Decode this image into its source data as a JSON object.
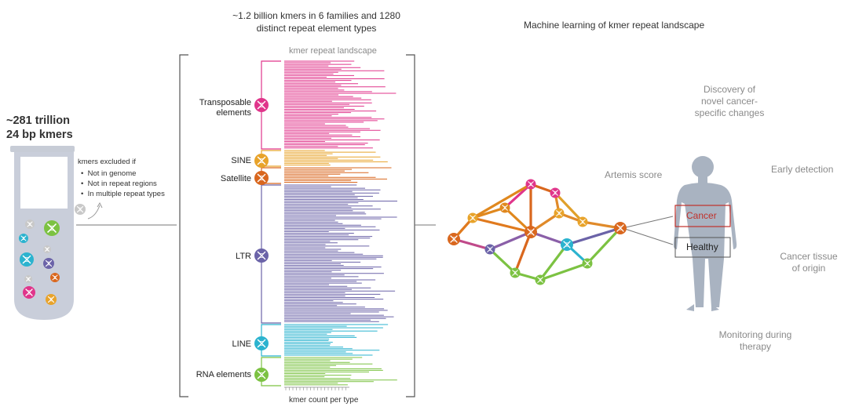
{
  "header": {
    "kmers_summary": "~1.2 billion kmers in 6 families and 1280 distinct repeat element types",
    "ml_title": "Machine learning of kmer repeat landscape"
  },
  "tube": {
    "count_line1": "~281 trillion",
    "count_line2": "24 bp kmers",
    "excluded_title": "kmers excluded if",
    "excluded_items": [
      "Not in genome",
      "Not in repeat regions",
      "In multiple repeat types"
    ]
  },
  "landscape": {
    "title": "kmer repeat landscape",
    "axis_label": "kmer count per type",
    "families": [
      {
        "label": "Transposable elements",
        "color": "#e0358b"
      },
      {
        "label": "SINE",
        "color": "#e8a32a"
      },
      {
        "label": "Satellite",
        "color": "#d9671e"
      },
      {
        "label": "LTR",
        "color": "#6b63a8"
      },
      {
        "label": "LINE",
        "color": "#2bb3cf"
      },
      {
        "label": "RNA elements",
        "color": "#7cc242"
      }
    ]
  },
  "network": {
    "score_label": "Artemis score"
  },
  "outcomes": {
    "discovery": "Discovery of novel cancer-specific changes",
    "early_detection": "Early detection",
    "cancer_box": "Cancer",
    "healthy_box": "Healthy",
    "tissue_origin": "Cancer tissue of origin",
    "monitoring": "Monitoring during therapy"
  },
  "colors": {
    "cancer_box": "#c0302a",
    "bracket": "#555555",
    "figure": "#a9b3c1"
  },
  "icons": [
    "dna-icon"
  ]
}
